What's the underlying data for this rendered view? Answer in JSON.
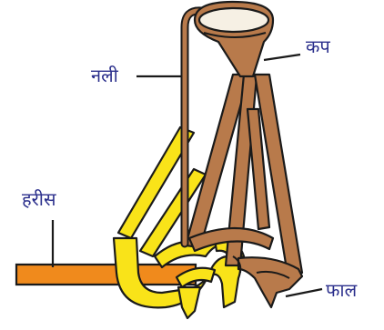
{
  "labels": {
    "cup": "कप",
    "tube": "नली",
    "beam": "हरीस",
    "share": "फाल"
  },
  "colors": {
    "wood": "#b87a4b",
    "beam": "#f08a1c",
    "handle": "#f9e319",
    "label": "#2b2f8c"
  }
}
